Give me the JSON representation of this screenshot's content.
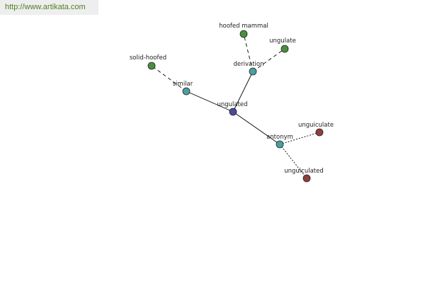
{
  "source": {
    "url": "http://www.artikata.com"
  },
  "colors": {
    "center": "#4a4aa0",
    "relation": "#4aa0a0",
    "synonym": "#4a8f3f",
    "antonym": "#8f3f3f",
    "edge": "#000000",
    "node_outline": "#222222"
  },
  "nodes": [
    {
      "id": "ungulated",
      "label": "ungulated",
      "kind": "center"
    },
    {
      "id": "similar",
      "label": "similar",
      "kind": "relation"
    },
    {
      "id": "derivation",
      "label": "derivation",
      "kind": "relation"
    },
    {
      "id": "antonym",
      "label": "antonym",
      "kind": "relation"
    },
    {
      "id": "solid-hoofed",
      "label": "solid-hoofed",
      "kind": "synonym"
    },
    {
      "id": "hoofed-mammal",
      "label": "hoofed mammal",
      "kind": "synonym"
    },
    {
      "id": "ungulate",
      "label": "ungulate",
      "kind": "synonym"
    },
    {
      "id": "unguiculate",
      "label": "unguiculate",
      "kind": "antonym"
    },
    {
      "id": "unguiculated",
      "label": "unguiculated",
      "kind": "antonym"
    }
  ],
  "edges": [
    {
      "from": "ungulated",
      "to": "similar",
      "style": "solid"
    },
    {
      "from": "ungulated",
      "to": "derivation",
      "style": "solid"
    },
    {
      "from": "ungulated",
      "to": "antonym",
      "style": "solid"
    },
    {
      "from": "similar",
      "to": "solid-hoofed",
      "style": "dashed"
    },
    {
      "from": "derivation",
      "to": "hoofed-mammal",
      "style": "dashed"
    },
    {
      "from": "derivation",
      "to": "ungulate",
      "style": "dashed"
    },
    {
      "from": "antonym",
      "to": "unguiculate",
      "style": "dotted"
    },
    {
      "from": "antonym",
      "to": "unguiculated",
      "style": "dotted"
    }
  ]
}
